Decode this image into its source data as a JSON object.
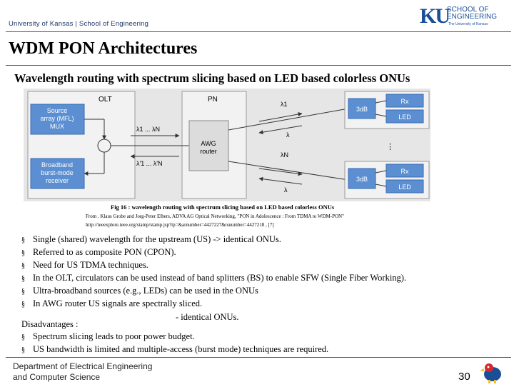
{
  "header": {
    "institution": "University of Kansas | School of Engineering",
    "logo": {
      "mark": "KU",
      "line1": "SCHOOL OF",
      "line2": "ENGINEERING",
      "tagline": "The University of Kansas"
    }
  },
  "slide": {
    "title": "WDM PON Architectures",
    "subtitle": "Wavelength routing with spectrum slicing based on LED based colorless ONUs"
  },
  "figure": {
    "olt_label": "OLT",
    "pn_label": "PN",
    "source_label": [
      "Source",
      "array (MFL)",
      "MUX"
    ],
    "lambda_top": "λ1 ... λN",
    "lambda_bottom": "λ'1 ... λ'N",
    "receiver_label": [
      "Broadband",
      "burst-mode",
      "receiver"
    ],
    "awg_label": [
      "AWG",
      "router"
    ],
    "lambda_1": "λ1",
    "lambda_mid1": "λ",
    "lambda_n": "λN",
    "lambda_mid2": "λ",
    "db_label": "3dB",
    "rx_label": "Rx",
    "led_label": "LED",
    "colors": {
      "blue_box": "#5b8fd1",
      "panel": "#e6e6e6",
      "awg_box": "#dcdcdc"
    }
  },
  "caption": "Fig 16 : wavelength routing with spectrum slicing based on LED based colorless ONUs",
  "credit": [
    "From . Klaus Grobe and Jorg-Peter Elbers, ADVA AG Optical Networking, \"PON in Adolescence : From TDMA to WDM-PON\"",
    "http://ieeexplore.ieee.org/stamp/stamp.jsp?tp=&arnumber=4427227&isnumber=4427218 , [7]"
  ],
  "bullets": [
    "Single (shared) wavelength for the upstream (US) -> identical ONUs.",
    "Referred to as composite PON (CPON).",
    "Need for US TDMA techniques.",
    "In the OLT, circulators can be used instead of band splitters (BS) to enable SFW (Single Fiber Working).",
    "Ultra-broadband sources (e.g., LEDs) can be used in the ONUs",
    "In AWG router US signals are spectrally sliced."
  ],
  "bullet_continuation": "- identical ONUs.",
  "bullet_char": "§",
  "disadvantages_heading": "Disadvantages :",
  "disadvantages": [
    "Spectrum slicing leads to poor power budget.",
    "US bandwidth is limited and multiple-access (burst mode) techniques are required."
  ],
  "footer": {
    "dept_line1": "Department of Electrical Engineering",
    "dept_line2": "and Computer Science",
    "page_number": "30"
  }
}
